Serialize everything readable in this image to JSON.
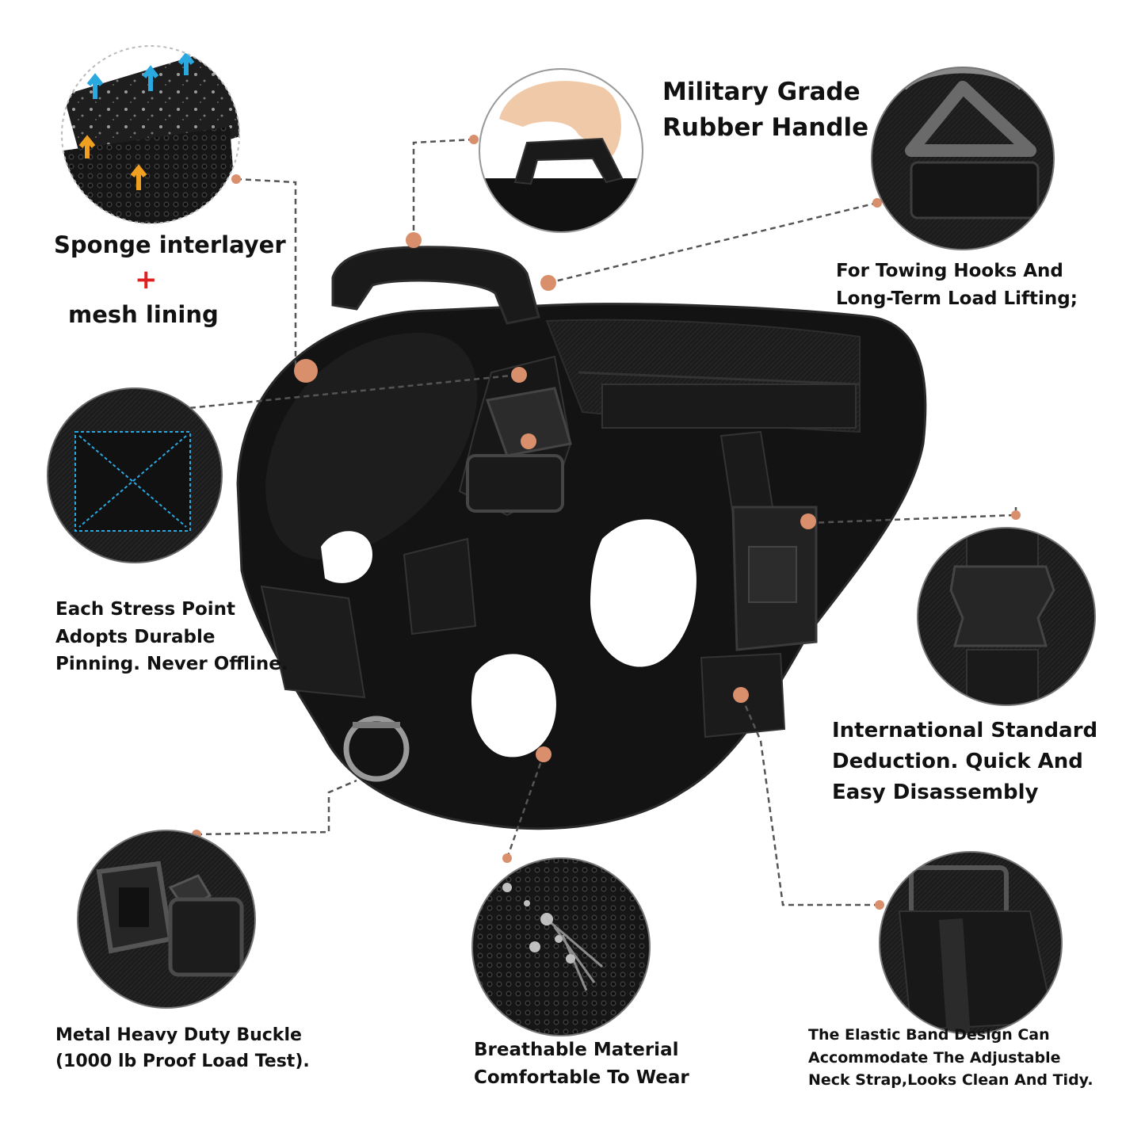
{
  "colors": {
    "dot": "#d98f6c",
    "dash": "#555555",
    "plus": "#e02020",
    "product": "#141414",
    "mesh_accent_blue": "#2aa8e0",
    "mesh_accent_orange": "#f0a020"
  },
  "callouts": {
    "sponge": {
      "line1": "Sponge interlayer",
      "plus": "+",
      "line2": "mesh lining"
    },
    "handle": {
      "line1": "Military Grade",
      "line2": "Rubber Handle"
    },
    "towing": {
      "line1": "For Towing Hooks And",
      "line2": "Long-Term Load Lifting;"
    },
    "stress": {
      "line1": "Each Stress Point",
      "line2": "Adopts Durable",
      "line3": "Pinning. Never Offline."
    },
    "deduction": {
      "line1": "International Standard",
      "line2": "Deduction. Quick And",
      "line3": "Easy Disassembly"
    },
    "buckle": {
      "line1": "Metal Heavy Duty Buckle",
      "line2": "(1000 lb Proof Load Test)."
    },
    "breathable": {
      "line1": "Breathable Material",
      "line2": "Comfortable To Wear"
    },
    "elastic": {
      "line1": "The Elastic Band Design Can",
      "line2": "Accommodate The Adjustable",
      "line3": "Neck Strap,Looks Clean And Tidy."
    }
  },
  "icons": {
    "product": "tactical-dog-harness",
    "details": [
      "mesh-lining-detail",
      "rubber-handle-detail",
      "towing-ring-detail",
      "stitching-detail",
      "side-release-buckle-detail",
      "metal-buckle-detail",
      "breathable-mesh-detail",
      "elastic-band-detail"
    ]
  }
}
